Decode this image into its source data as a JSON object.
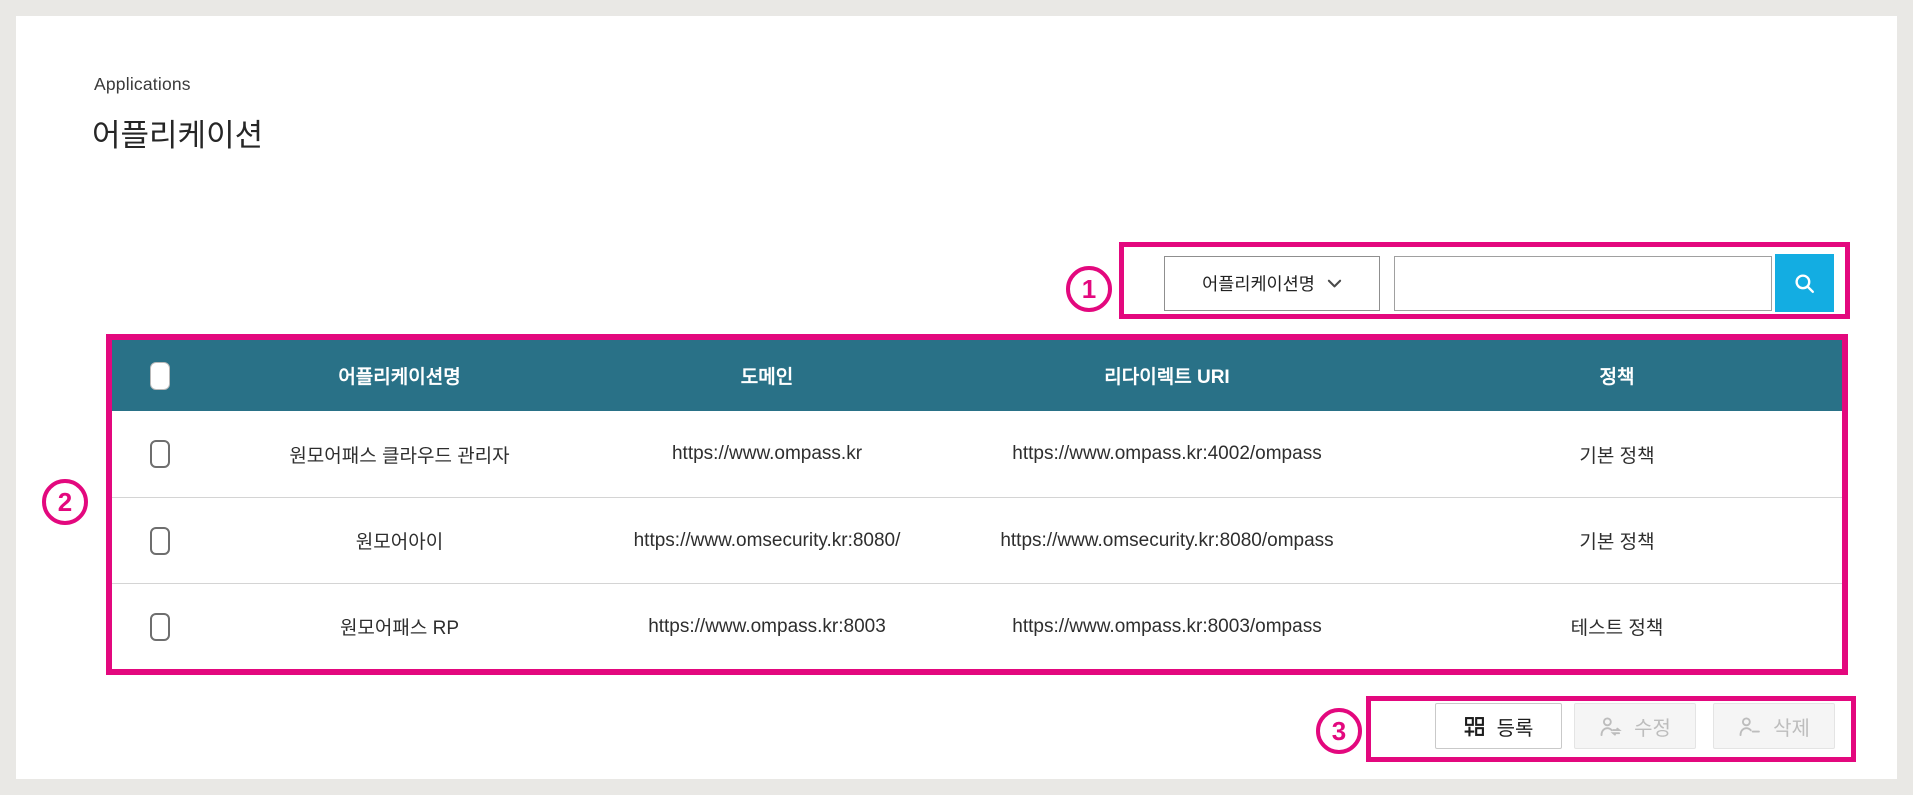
{
  "page": {
    "breadcrumb": "Applications",
    "title": "어플리케이션"
  },
  "search": {
    "filter": {
      "selected": "어플리케이션명"
    },
    "input": {
      "value": "",
      "placeholder": ""
    },
    "button": {
      "icon": "magnifier"
    }
  },
  "table": {
    "columns": {
      "name": "어플리케이션명",
      "domain": "도메인",
      "redirect": "리다이렉트 URI",
      "policy": "정책"
    },
    "rows": [
      {
        "name": "원모어패스 클라우드 관리자",
        "domain": "https://www.ompass.kr",
        "redirect": "https://www.ompass.kr:4002/ompass",
        "policy": "기본 정책"
      },
      {
        "name": "원모어아이",
        "domain": "https://www.omsecurity.kr:8080/",
        "redirect": "https://www.omsecurity.kr:8080/ompass",
        "policy": "기본 정책"
      },
      {
        "name": "원모어패스 RP",
        "domain": "https://www.ompass.kr:8003",
        "redirect": "https://www.ompass.kr:8003/ompass",
        "policy": "테스트 정책"
      }
    ]
  },
  "actions": {
    "register": {
      "label": "등록",
      "enabled": true,
      "icon": "appstore-add"
    },
    "modify": {
      "label": "수정",
      "enabled": false,
      "icon": "user-edit"
    },
    "delete": {
      "label": "삭제",
      "enabled": false,
      "icon": "user-minus"
    }
  },
  "annotations": {
    "color": "#e3087e",
    "labels": [
      "1",
      "2",
      "3"
    ]
  },
  "colors": {
    "annotation_pink": "#e3087e",
    "table_header_teal": "#297187",
    "search_button_cyan": "#13ade2",
    "page_background": "#e9e8e5"
  }
}
